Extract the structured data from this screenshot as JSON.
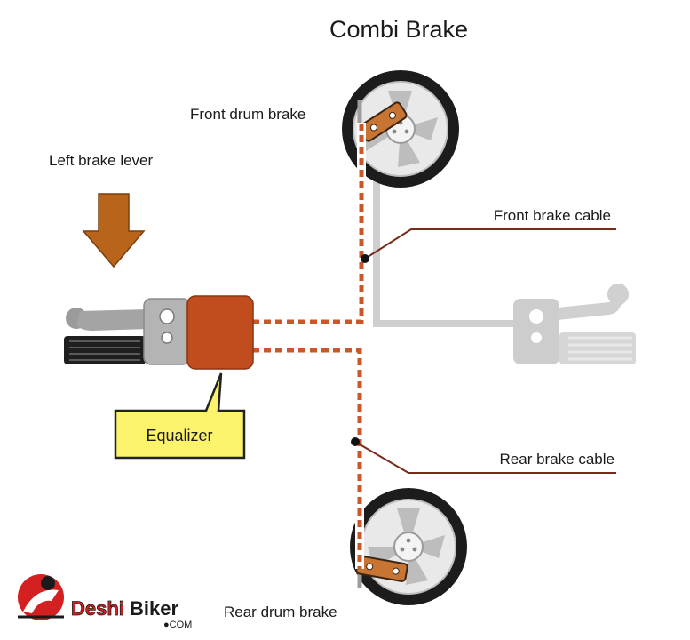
{
  "title": "Combi Brake",
  "labels": {
    "left_brake_lever": "Left brake lever",
    "front_drum_brake": "Front drum brake",
    "front_brake_cable": "Front brake cable",
    "rear_brake_cable": "Rear brake cable",
    "rear_drum_brake": "Rear drum brake",
    "equalizer": "Equalizer"
  },
  "logo": {
    "text_part1": "Deshi",
    "text_part2": "Biker",
    "suffix": "●COM"
  },
  "colors": {
    "arrow": "#b8651b",
    "equalizer": "#c14d1f",
    "callout": "#fbf36b",
    "cable_dash": "#c9572a",
    "leader": "#7a2a1a",
    "grey_lever": "#c9c9c9",
    "tire": "#1c1c1c",
    "bracket": "#c87533"
  }
}
